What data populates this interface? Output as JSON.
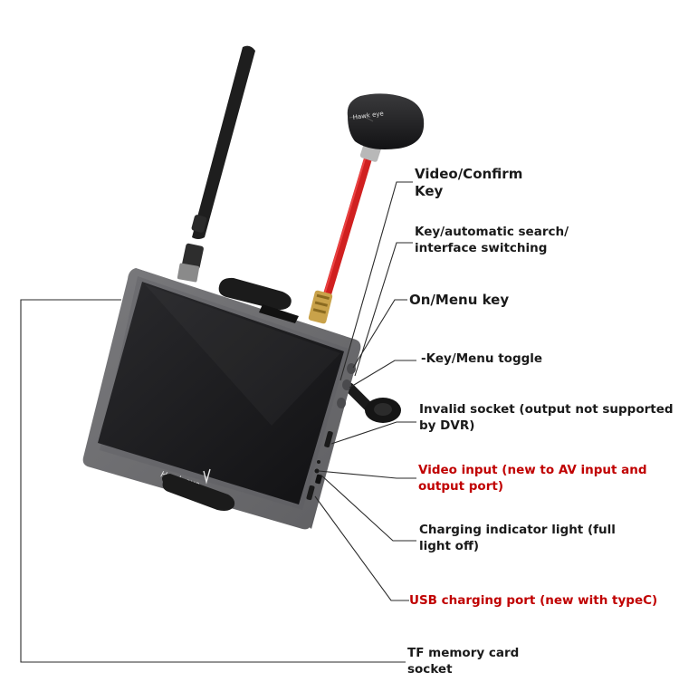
{
  "colors": {
    "label_text": "#1a1a1a",
    "highlight_text": "#c00000",
    "monitor_body": "#6f6f72",
    "screen": "#1c1c1e",
    "antenna": "#1e1e1e",
    "coax_cable": "#d02020",
    "leader_line": "#2a2a2a"
  },
  "brand": {
    "antenna_cap_logo": "Hawk eye",
    "bezel_logo": "Hawk eye"
  },
  "callouts": [
    {
      "id": "video-confirm-key",
      "lines": [
        "Video/Confirm",
        "Key"
      ],
      "highlight": false
    },
    {
      "id": "key-auto-search",
      "lines": [
        "Key/automatic search/",
        "interface switching"
      ],
      "highlight": false
    },
    {
      "id": "on-menu-key",
      "lines": [
        "On/Menu key"
      ],
      "highlight": false
    },
    {
      "id": "key-menu-toggle",
      "lines": [
        "-Key/Menu toggle"
      ],
      "highlight": false
    },
    {
      "id": "invalid-socket",
      "lines": [
        "Invalid socket (output not supported",
        "by DVR)"
      ],
      "highlight": false
    },
    {
      "id": "video-input",
      "lines": [
        "Video input (new to AV input and",
        "output port)"
      ],
      "highlight": true
    },
    {
      "id": "charging-indicator",
      "lines": [
        "Charging indicator light (full",
        "light off)"
      ],
      "highlight": false
    },
    {
      "id": "usb-charging-port",
      "lines": [
        "USB charging port (new with typeC)"
      ],
      "highlight": true
    },
    {
      "id": "tf-card-socket",
      "lines": [
        "TF memory card",
        "socket"
      ],
      "highlight": false
    }
  ]
}
